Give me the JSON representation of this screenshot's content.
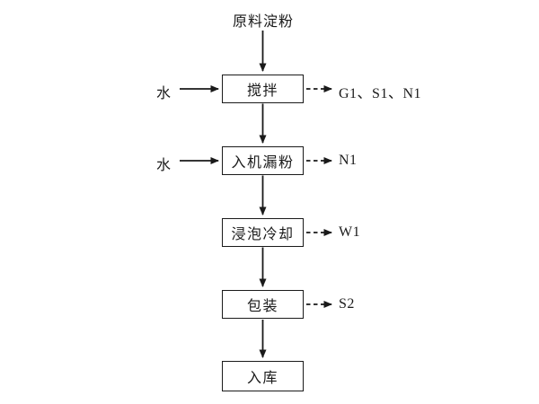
{
  "background_color": "#ffffff",
  "line_color": "#1a1a1a",
  "diagram": {
    "source_label": "原料淀粉",
    "water_label": "水",
    "steps": [
      "搅拌",
      "入机漏粉",
      "浸泡冷却",
      "包装",
      "入库"
    ],
    "outputs": [
      "G1、S1、N1",
      "N1",
      "W1",
      "S2"
    ]
  }
}
